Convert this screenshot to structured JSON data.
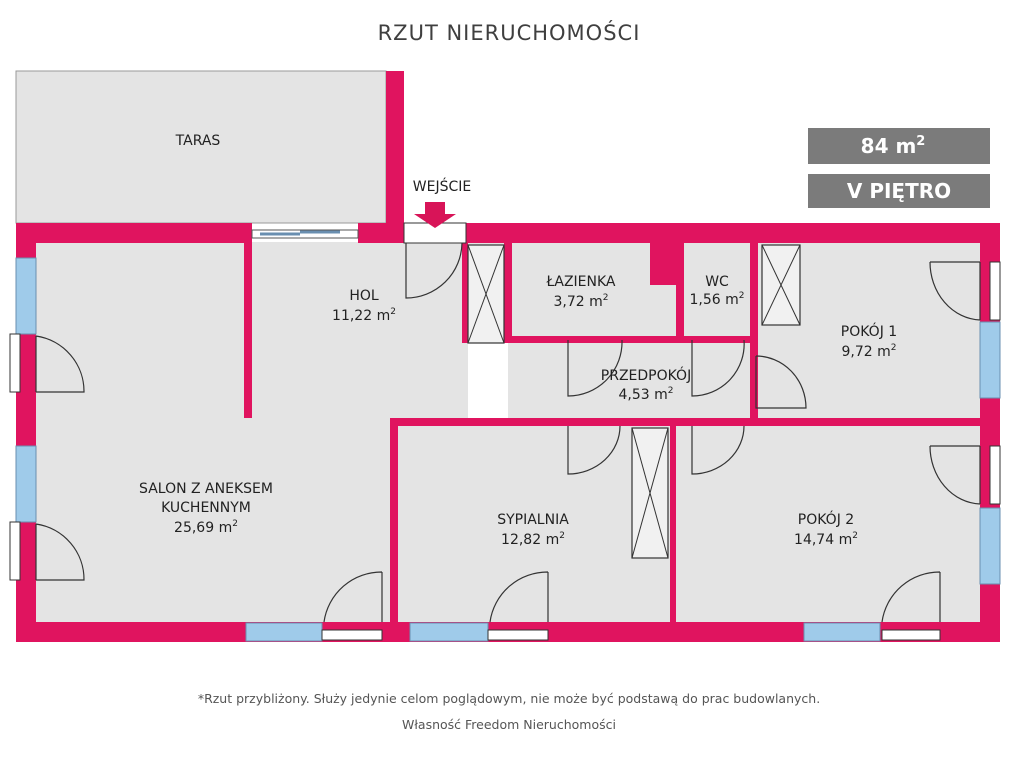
{
  "title": "RZUT NIERUCHOMOŚCI",
  "area_badge": {
    "value": "84 m",
    "sup": "2"
  },
  "floor_badge": "V PIĘTRO",
  "entrance_label": "WEJŚCIE",
  "rooms": {
    "taras": {
      "name": "TARAS"
    },
    "hol": {
      "name": "HOL",
      "area": "11,22 m",
      "sup": "2"
    },
    "lazienka": {
      "name": "ŁAZIENKA",
      "area": "3,72 m",
      "sup": "2"
    },
    "wc": {
      "name": "WC",
      "area": "1,56 m",
      "sup": "2"
    },
    "pokoj1": {
      "name": "POKÓJ 1",
      "area": "9,72 m",
      "sup": "2"
    },
    "przedpokoj": {
      "name": "PRZEDPOKÓJ",
      "area": "4,53 m",
      "sup": "2"
    },
    "salon": {
      "name_line1": "SALON Z ANEKSEM",
      "name_line2": "KUCHENNYM",
      "area": "25,69 m",
      "sup": "2"
    },
    "sypialnia": {
      "name": "SYPIALNIA",
      "area": "12,82 m",
      "sup": "2"
    },
    "pokoj2": {
      "name": "POKÓJ 2",
      "area": "14,74 m",
      "sup": "2"
    }
  },
  "footer": {
    "disclaimer": "*Rzut przybliżony. Służy jedynie celom poglądowym, nie może być podstawą do prac budowlanych.",
    "owner": "Własność Freedom Nieruchomości"
  },
  "colors": {
    "wall": "#e0145f",
    "floor": "#e4e4e4",
    "window": "#9fcbea",
    "badge": "#7b7b7b",
    "arrow": "#d81458"
  }
}
